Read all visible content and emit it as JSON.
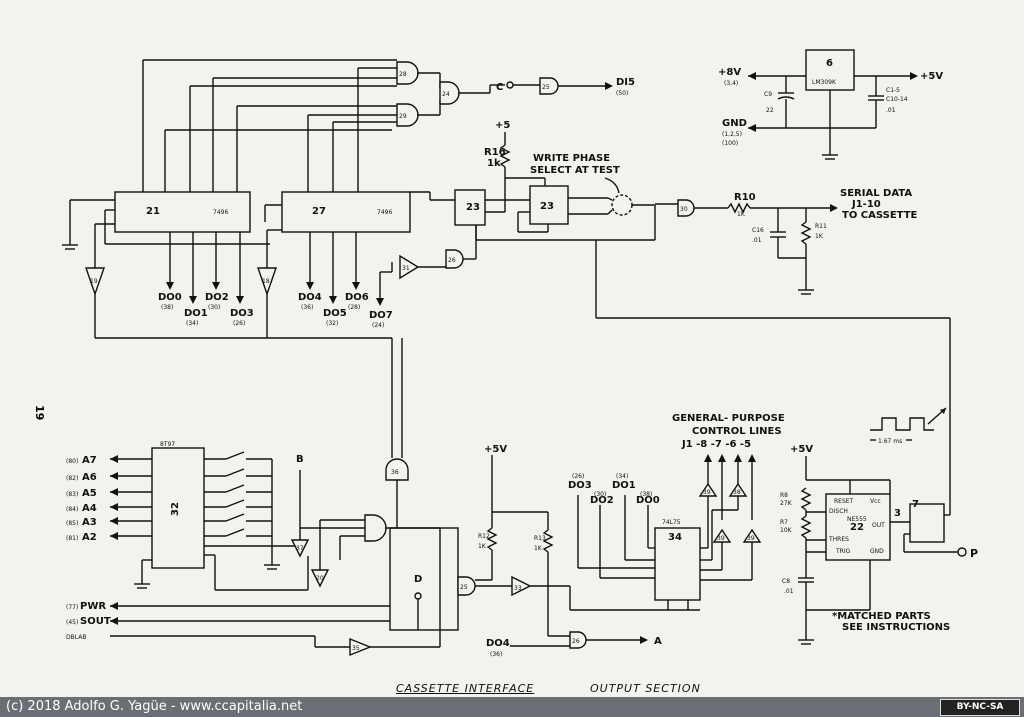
{
  "page_number": "19",
  "caption_left": "CASSETTE INTERFACE",
  "caption_right": "OUTPUT SECTION",
  "footer_text": "(c) 2018 Adolfo G. Yagüe - www.ccapitalia.net",
  "license_badge": "BY-NC-SA",
  "chips": {
    "u21": "21",
    "u27": "27",
    "u23a": "23",
    "u23b": "23",
    "u6": "6",
    "u32": "32",
    "u34": "34",
    "u22": "22",
    "u7": "7",
    "u21_type": "7496",
    "u27_type": "7496",
    "u6_type": "LM309K",
    "u32_type": "8T97",
    "u34_type": "74L75",
    "u22_type": "NE555"
  },
  "labels": {
    "c_signal": "C",
    "di5": "DI5",
    "di5_pin": "(50)",
    "plus5": "+5",
    "r16": "R16",
    "r16_val": "1k",
    "write_phase": "WRITE PHASE",
    "select_test": "SELECT AT TEST",
    "serial_data": "SERIAL DATA",
    "j1_10": "J1-10",
    "to_cassette": "TO CASSETTE",
    "r10": "R10",
    "r10_val": "1K",
    "c16": "C16",
    "c16_val": ".01",
    "r11": "R11",
    "r11_val": "1K",
    "plus8v": "+8V",
    "plus8v_pin": "(3,4)",
    "gnd": "GND",
    "gnd_pin": "(1,2,5)",
    "gnd_pin2": "(100)",
    "plus5v_reg": "+5V",
    "c9": "C9",
    "c9_val": "22",
    "c15": "C1-5",
    "c1014": "C10-14",
    "c_val": ".01",
    "do0": "DO0",
    "do1": "DO1",
    "do2": "DO2",
    "do3": "DO3",
    "do4": "DO4",
    "do5": "DO5",
    "do6": "DO6",
    "do7": "DO7",
    "do0_pin": "(38)",
    "do1_pin": "(34)",
    "do2_pin": "(30)",
    "do3_pin": "(26)",
    "do4_pin": "(36)",
    "do5_pin": "(32)",
    "do6_pin": "(28)",
    "do7_pin": "(24)",
    "a7": "A7",
    "a6": "A6",
    "a5": "A5",
    "a4": "A4",
    "a3": "A3",
    "a2": "A2",
    "a7_pin": "(80)",
    "a6_pin": "(82)",
    "a5_pin": "(83)",
    "a4_pin": "(84)",
    "a3_pin": "(85)",
    "a2_pin": "(81)",
    "pwr": "PWR",
    "sout": "SOUT",
    "pwr_pin": "(77)",
    "sout_pin": "(45)",
    "dblab": "DBLAB",
    "b_label": "B",
    "d_label": "D",
    "general_purpose": "GENERAL- PURPOSE",
    "control_lines": "CONTROL LINES",
    "j1_lines": "J1 -8 -7 -6 -5",
    "plus5v_mid": "+5V",
    "r12": "R12",
    "r12_val": "1K",
    "r13": "R13",
    "r13_val": "1K",
    "do4_lower": "DO4",
    "do4_lower_pin": "(36)",
    "a_out": "A",
    "do3_mid": "DO3",
    "do2_mid": "DO2",
    "do1_mid": "DO1",
    "do0_mid": "DO0",
    "do3_mid_pin": "(26)",
    "do2_mid_pin": "(30)",
    "do1_mid_pin": "(34)",
    "do0_mid_pin": "(38)",
    "plus5v_right": "+5V",
    "r8": "R8",
    "r8_val": "27K",
    "r7": "R7",
    "r7_val": "10K",
    "c8": "C8",
    "c8_val": ".01",
    "period": "1.67 ms",
    "p_out": "P",
    "matched_parts": "*MATCHED PARTS",
    "see_instructions": "SEE INSTRUCTIONS",
    "reset": "RESET",
    "vcc": "Vcc",
    "disch": "DISCH",
    "thres": "THRES",
    "trig": "TRIG",
    "out": "OUT",
    "gnd_555": "GND",
    "pin3": "3",
    "gate_25": "25",
    "gate_26": "26",
    "gate_28": "28",
    "gate_29": "29",
    "gate_30": "30",
    "gate_31": "31",
    "gate_33": "33",
    "gate_35": "35",
    "gate_36": "36",
    "gate_37": "37",
    "gate_38": "38",
    "gate_39": "39",
    "gate_20": "20",
    "gate_24": "24",
    "gate_19": "19",
    "gate_18": "18"
  }
}
